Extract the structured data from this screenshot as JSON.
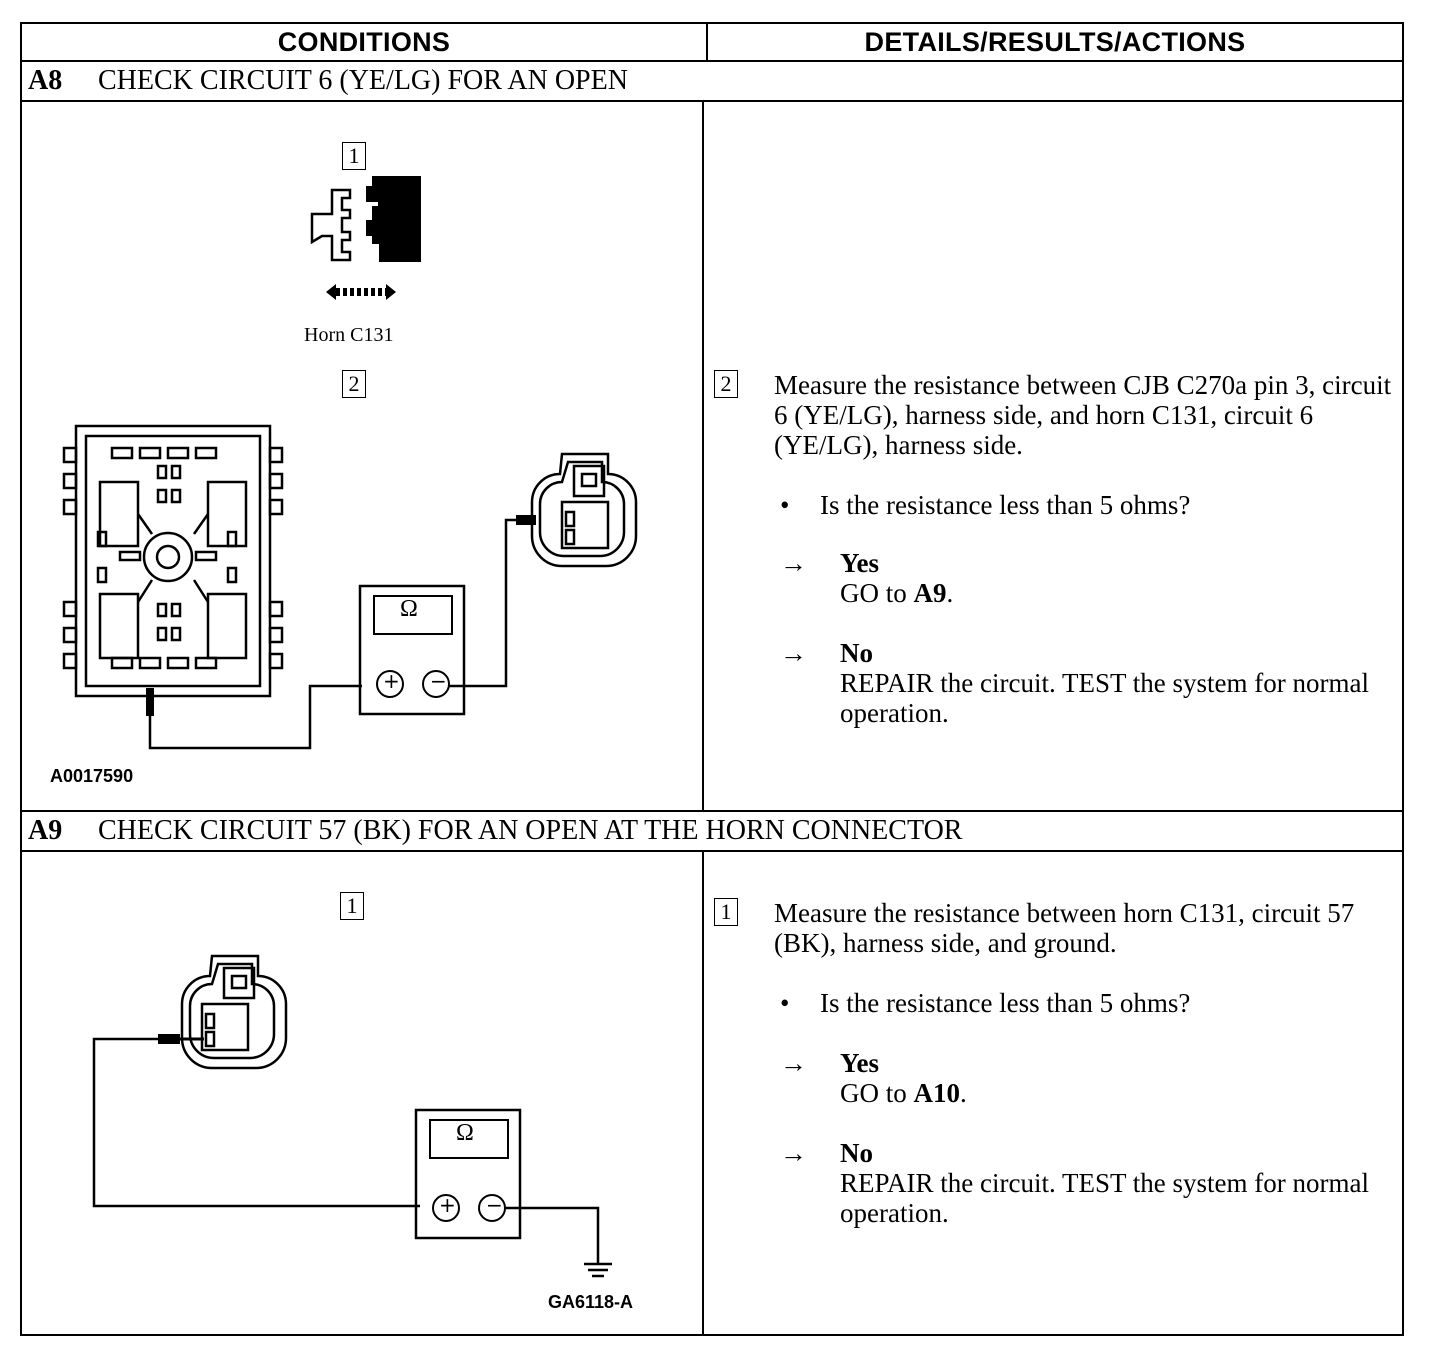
{
  "header": {
    "conditions": "CONDITIONS",
    "details": "DETAILS/RESULTS/ACTIONS"
  },
  "steps": [
    {
      "id": "A8",
      "title": "CHECK CIRCUIT 6 (YE/LG) FOR AN OPEN",
      "conditions": {
        "step1_number": "1",
        "connector_label": "Horn C131",
        "step2_number": "2",
        "meter_symbol": "Ω",
        "meter_plus": "+",
        "meter_minus": "−",
        "figure_id": "A0017590"
      },
      "details": {
        "number": "2",
        "instruction": "Measure the resistance between CJB C270a pin 3, circuit 6 (YE/LG), harness side, and horn C131, circuit 6 (YE/LG), harness side.",
        "bullet": "•",
        "question": "Is the resistance less than 5 ohms?",
        "arrow": "→",
        "yes_label": "Yes",
        "yes_prefix": "GO to ",
        "yes_target": "A9",
        "yes_suffix": ".",
        "no_label": "No",
        "no_action": "REPAIR the circuit. TEST the system for normal operation."
      }
    },
    {
      "id": "A9",
      "title": "CHECK CIRCUIT 57 (BK) FOR AN OPEN AT THE HORN CONNECTOR",
      "conditions": {
        "step_number": "1",
        "meter_symbol": "Ω",
        "meter_plus": "+",
        "meter_minus": "−",
        "figure_id": "GA6118-A"
      },
      "details": {
        "number": "1",
        "instruction": "Measure the resistance between horn C131, circuit 57 (BK), harness side, and ground.",
        "bullet": "•",
        "question": "Is the resistance less than 5 ohms?",
        "arrow": "→",
        "yes_label": "Yes",
        "yes_prefix": "GO to ",
        "yes_target": "A10",
        "yes_suffix": ".",
        "no_label": "No",
        "no_action": "REPAIR the circuit. TEST the system for normal operation."
      }
    }
  ]
}
